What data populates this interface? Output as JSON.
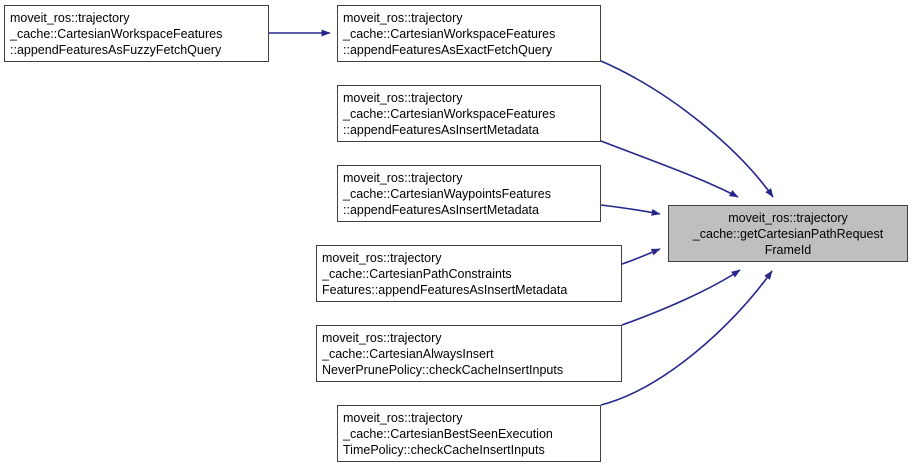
{
  "graph": {
    "type": "call-graph",
    "direction": "left-to-right",
    "background_color": "#ffffff",
    "edge_color": "#26268c",
    "node_border_color": "#404040",
    "node_fill_color": "#ffffff",
    "highlight_fill_color": "#bfbfbf",
    "nodes": [
      {
        "id": "n1",
        "highlighted": false,
        "align": "left",
        "lines": [
          "moveit_ros::trajectory",
          "_cache::CartesianWorkspaceFeatures",
          "::appendFeaturesAsFuzzyFetchQuery"
        ]
      },
      {
        "id": "n2",
        "highlighted": false,
        "align": "left",
        "lines": [
          "moveit_ros::trajectory",
          "_cache::CartesianWorkspaceFeatures",
          "::appendFeaturesAsExactFetchQuery"
        ]
      },
      {
        "id": "n3",
        "highlighted": false,
        "align": "left",
        "lines": [
          "moveit_ros::trajectory",
          "_cache::CartesianWorkspaceFeatures",
          "::appendFeaturesAsInsertMetadata"
        ]
      },
      {
        "id": "n4",
        "highlighted": false,
        "align": "left",
        "lines": [
          "moveit_ros::trajectory",
          "_cache::CartesianWaypointsFeatures",
          "::appendFeaturesAsInsertMetadata"
        ]
      },
      {
        "id": "n5",
        "highlighted": false,
        "align": "left",
        "lines": [
          "moveit_ros::trajectory",
          "_cache::CartesianPathConstraints",
          "Features::appendFeaturesAsInsertMetadata"
        ]
      },
      {
        "id": "n6",
        "highlighted": false,
        "align": "left",
        "lines": [
          "moveit_ros::trajectory",
          "_cache::CartesianAlwaysInsert",
          "NeverPrunePolicy::checkCacheInsertInputs"
        ]
      },
      {
        "id": "n7",
        "highlighted": false,
        "align": "left",
        "lines": [
          "moveit_ros::trajectory",
          "_cache::CartesianBestSeenExecution",
          "TimePolicy::checkCacheInsertInputs"
        ]
      },
      {
        "id": "n8",
        "highlighted": true,
        "align": "center",
        "lines": [
          "moveit_ros::trajectory",
          "_cache::getCartesianPathRequest",
          "FrameId"
        ]
      }
    ],
    "edges": [
      {
        "from": "n1",
        "to": "n2"
      },
      {
        "from": "n2",
        "to": "n8"
      },
      {
        "from": "n3",
        "to": "n8"
      },
      {
        "from": "n4",
        "to": "n8"
      },
      {
        "from": "n5",
        "to": "n8"
      },
      {
        "from": "n6",
        "to": "n8"
      },
      {
        "from": "n7",
        "to": "n8"
      }
    ]
  }
}
